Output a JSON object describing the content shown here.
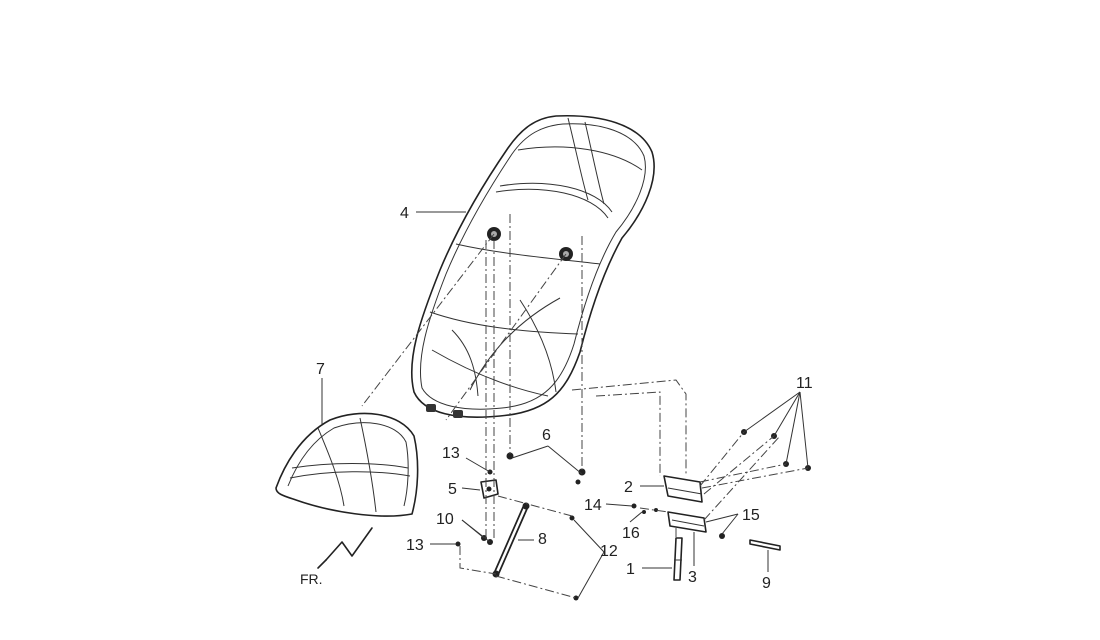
{
  "diagram": {
    "callouts": {
      "c1": "1",
      "c2": "2",
      "c3": "3",
      "c4": "4",
      "c5": "5",
      "c6": "6",
      "c7": "7",
      "c8": "8",
      "c9": "9",
      "c10": "10",
      "c11": "11",
      "c12": "12",
      "c13a": "13",
      "c13b": "13",
      "c14": "14",
      "c15": "15",
      "c16": "16"
    },
    "direction_label": "FR."
  },
  "colors": {
    "line": "#222222",
    "background": "#ffffff"
  }
}
